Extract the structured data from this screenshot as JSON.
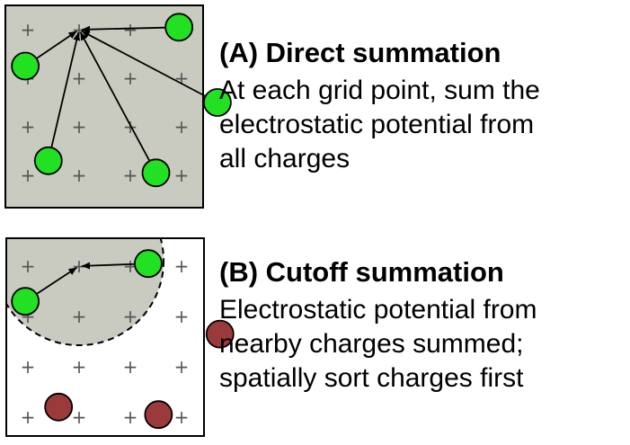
{
  "panel_a": {
    "title": "(A) Direct summation",
    "lines": [
      "At each grid point, sum the",
      "electrostatic potential from",
      "all charges"
    ],
    "background": "#c9cbc1",
    "grid_mark": "+",
    "charge_color": "#22e022",
    "grid": {
      "cols": 4,
      "rows": 4
    },
    "charges": [
      {
        "col": 2.95,
        "row": -0.05
      },
      {
        "col": -0.05,
        "row": 0.75
      },
      {
        "col": 3.7,
        "row": 1.5
      },
      {
        "col": 0.4,
        "row": 2.7
      },
      {
        "col": 2.5,
        "row": 2.95
      }
    ],
    "target": {
      "col": 1,
      "row": 0
    }
  },
  "panel_b": {
    "title": "(B) Cutoff summation",
    "lines": [
      "Electrostatic potential from",
      "nearby charges summed;",
      "spatially sort charges first"
    ],
    "background": "#ffffff",
    "cutoff_fill": "#c9cbc1",
    "grid_mark": "+",
    "near_charge_color": "#22e022",
    "far_charge_color": "#9b3a3a",
    "grid": {
      "cols": 4,
      "rows": 4
    },
    "near_charges": [
      {
        "col": 2.35,
        "row": -0.05
      },
      {
        "col": -0.05,
        "row": 0.7
      }
    ],
    "far_charges": [
      {
        "col": 3.75,
        "row": 1.35
      },
      {
        "col": 0.6,
        "row": 2.8
      },
      {
        "col": 2.55,
        "row": 2.95
      }
    ],
    "target": {
      "col": 1,
      "row": 0
    },
    "cutoff_radius_cells": 1.65
  }
}
